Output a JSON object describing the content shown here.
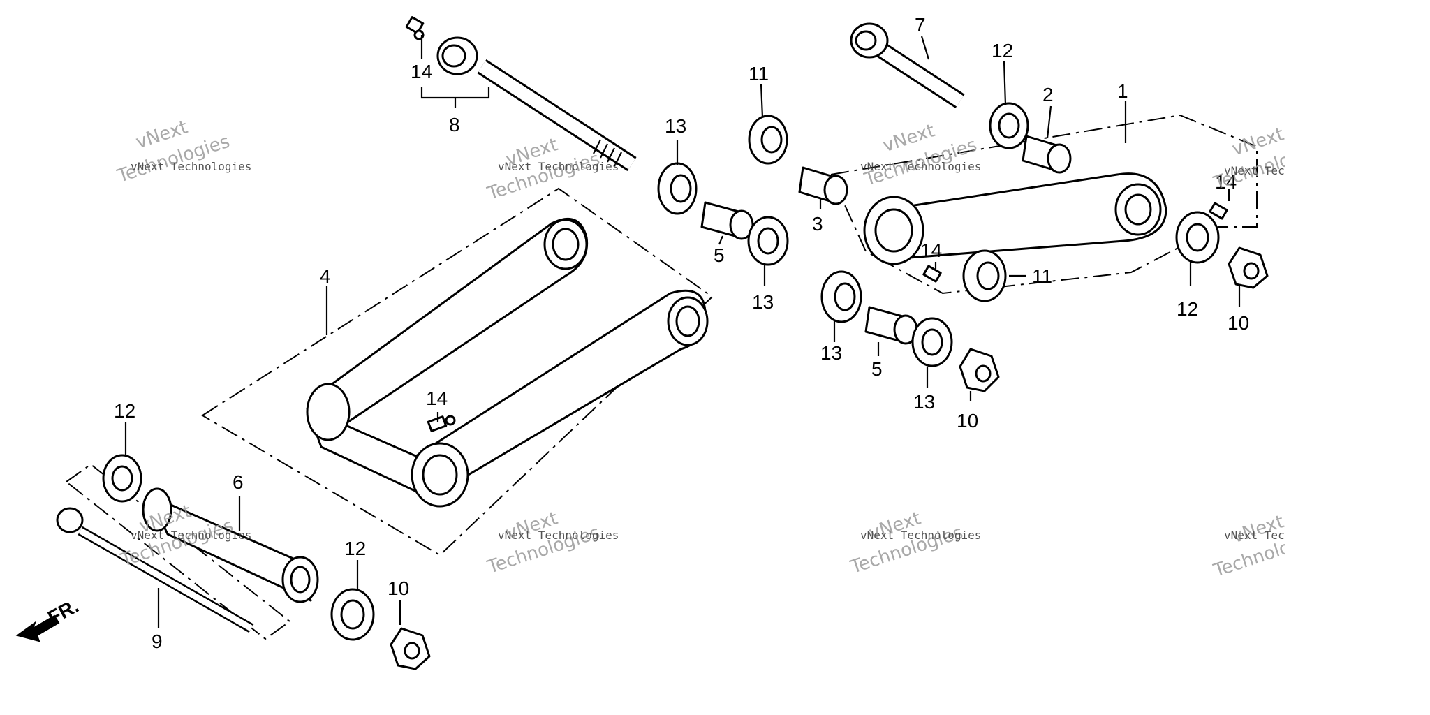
{
  "callouts": {
    "c1": "1",
    "c2": "2",
    "c3": "3",
    "c4": "4",
    "c5a": "5",
    "c5b": "5",
    "c6": "6",
    "c7": "7",
    "c8": "8",
    "c9": "9",
    "c10a": "10",
    "c10b": "10",
    "c10c": "10",
    "c11a": "11",
    "c11b": "11",
    "c12a": "12",
    "c12b": "12",
    "c12c": "12",
    "c12d": "12",
    "c13a": "13",
    "c13b": "13",
    "c13c": "13",
    "c13d": "13",
    "c14a": "14",
    "c14b": "14",
    "c14c": "14",
    "c14d": "14"
  },
  "direction_label": "FR.",
  "watermark": {
    "brand_large_top": "vNext",
    "brand_large_bottom": "Technologies",
    "brand_small": "vNext Technologies"
  },
  "colors": {
    "ink": "#000000",
    "paper": "#ffffff",
    "watermark": "#9a9a9a"
  }
}
